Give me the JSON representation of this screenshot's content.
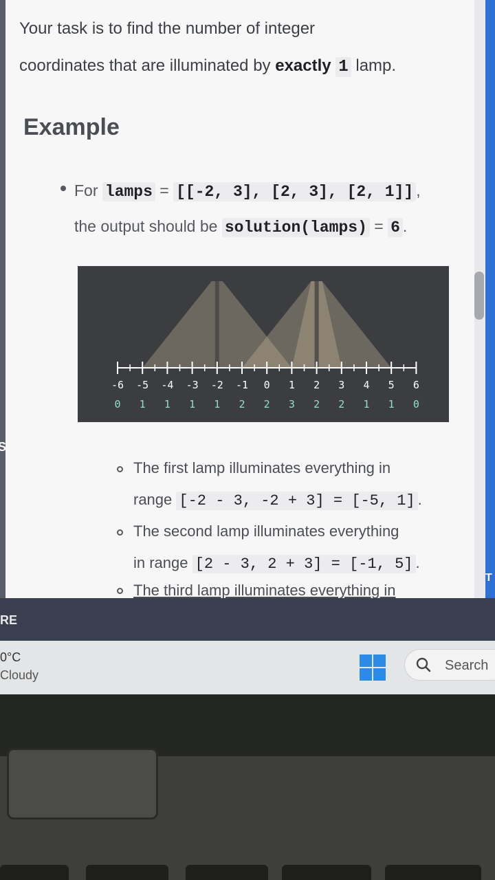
{
  "page": {
    "task_line_1": "Your task is to find the number of integer",
    "task_line_2_before": "coordinates that are illuminated by",
    "task_line_2_bold": "exactly",
    "task_line_2_code": "1",
    "task_line_2_after": "lamp.",
    "heading": "Example",
    "example": {
      "for_label": "For",
      "lamps_code": "lamps",
      "eq": "=",
      "lamps_value": "[[-2, 3], [2, 3], [2, 1]]",
      "comma": ",",
      "output_text": "the output should be",
      "output_code": "solution(lamps)",
      "output_eq": "=",
      "output_value": "6",
      "period": "."
    },
    "explanations": [
      {
        "line1": "The first lamp illuminates everything in",
        "prefix": "range",
        "code": "[-2 - 3, -2 + 3] = [-5, 1]",
        "suffix": "."
      },
      {
        "line1": "The second lamp illuminates everything",
        "prefix": "in range",
        "code": "[2 - 3, 2 + 3] = [-1, 5]",
        "suffix": "."
      },
      {
        "line1": "The third lamp illuminates everything in"
      }
    ]
  },
  "number_line": {
    "coordinates": [
      "-6",
      "-5",
      "-4",
      "-3",
      "-2",
      "-1",
      "0",
      "1",
      "2",
      "3",
      "4",
      "5",
      "6"
    ],
    "counts": [
      "0",
      "1",
      "1",
      "1",
      "1",
      "2",
      "2",
      "3",
      "2",
      "2",
      "1",
      "1",
      "0"
    ],
    "lamps": [
      {
        "center": -2,
        "radius": 3
      },
      {
        "center": 2,
        "radius": 3
      },
      {
        "center": 2,
        "radius": 1
      }
    ],
    "colors": {
      "background": "#3b3d40",
      "light": "#c8b89a",
      "axis": "#ffffff",
      "coord_text": "#ffffff",
      "count_text": "#8fe0c8"
    }
  },
  "taskbar": {
    "temperature": "0°C",
    "condition": "Cloudy",
    "search_label": "Search"
  },
  "edges": {
    "left": "RE",
    "left_upper": "S",
    "right": "T"
  }
}
